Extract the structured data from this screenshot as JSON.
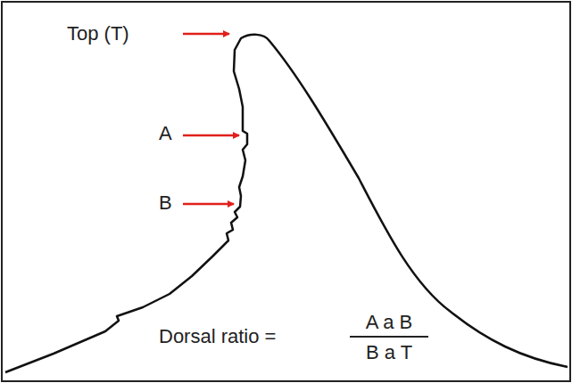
{
  "diagram": {
    "labels": [
      "Top (T)",
      "A",
      "B",
      "Dorsal ratio =",
      "A a B",
      "B a T"
    ]
  }
}
